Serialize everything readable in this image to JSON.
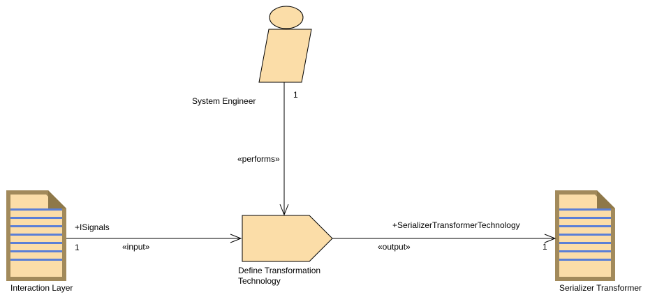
{
  "diagram": {
    "nodes": {
      "system_engineer": {
        "label": "System Engineer",
        "kind": "role"
      },
      "task": {
        "label_line1": "Define Transformation",
        "label_line2": "Technology",
        "kind": "task"
      },
      "interaction_layer": {
        "label": "Interaction Layer",
        "kind": "work-product"
      },
      "serializer_transformer": {
        "label": "Serializer Transformer",
        "kind": "work-product"
      }
    },
    "edges": {
      "performs": {
        "stereotype": "«performs»",
        "source_multiplicity": "1"
      },
      "input": {
        "stereotype": "«input»",
        "role": "+ISignals",
        "multiplicity": "1"
      },
      "output": {
        "stereotype": "«output»",
        "role": "+SerializerTransformerTechnology",
        "multiplicity": "1"
      }
    },
    "colors": {
      "fill": "#FBDDA8",
      "document_border": "#A28A5B",
      "document_lines": "#5B7FD6",
      "stroke": "#000000"
    }
  }
}
